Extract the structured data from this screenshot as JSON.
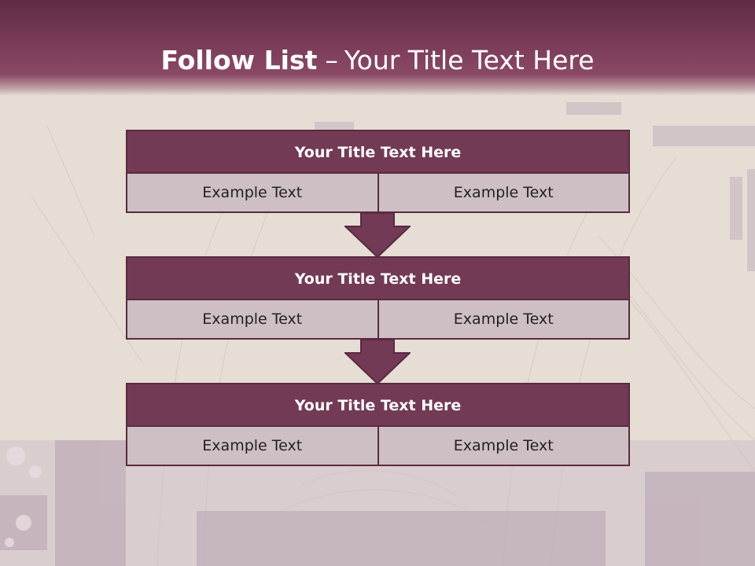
{
  "slide": {
    "title_bold": "Follow List",
    "title_separator": "–",
    "title_rest": "Your Title Text Here"
  },
  "blocks": [
    {
      "title": "Your Title Text Here",
      "left": "Example Text",
      "right": "Example Text"
    },
    {
      "title": "Your Title Text Here",
      "left": "Example Text",
      "right": "Example Text"
    },
    {
      "title": "Your Title Text Here",
      "left": "Example Text",
      "right": "Example Text"
    }
  ],
  "colors": {
    "header": "#7a3b58",
    "block_title": "#723a55",
    "block_cell": "#cdbfc3",
    "arrow": "#723a55",
    "background": "#e6ddd4"
  }
}
